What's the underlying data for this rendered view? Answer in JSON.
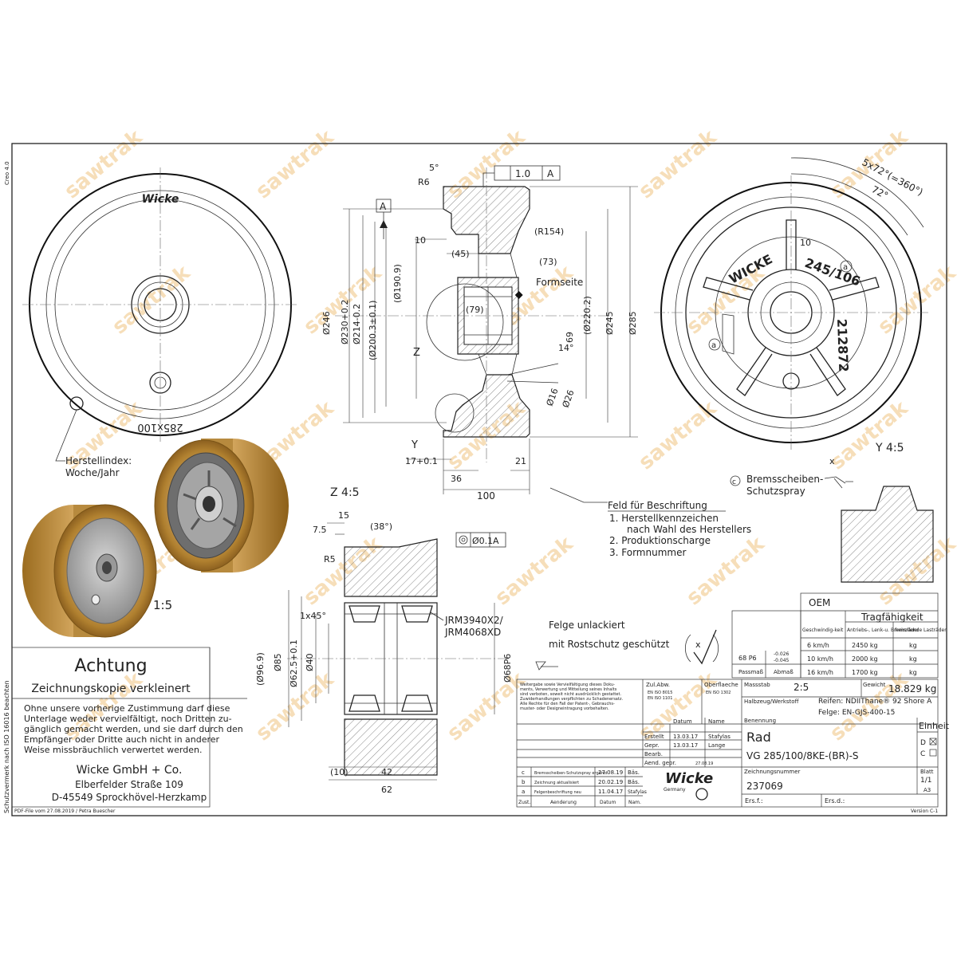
{
  "watermark": "sawtrak",
  "margins": {
    "left_top": "Creo 4.0",
    "left_bottom": "Schutzvermerk nach ISO 16016 beachten",
    "bottom_left": "PDF-File vom 27.08.2019 / Petra Buescher",
    "bottom_right": "Version C-1"
  },
  "front_view": {
    "brand": "Wicke",
    "size_mark": "285x100",
    "callout": "Herstellindex:",
    "callout_2": "Woche/Jahr"
  },
  "section_view": {
    "dims": [
      "5°",
      "R6",
      "A",
      "1.0",
      "A",
      "10",
      "(45)",
      "(R154)",
      "(73)",
      "Formseite",
      "(79)",
      "(Ø190.9)",
      "Ø246",
      "Ø230+0.2",
      "Ø214-0.2",
      "(Ø200.3±0.1)",
      "(Ø220.2)",
      "Ø245",
      "Ø285",
      "Z",
      "Y",
      "69",
      "14°",
      "Ø26",
      "Ø16",
      "17+0.1",
      "36",
      "21",
      "100"
    ]
  },
  "rear_view": {
    "brand": "WICKE",
    "size_mark": "245/106",
    "number": "212872",
    "angle_text": "5x72°(=360°)",
    "angle_2": "72°",
    "dim_10": "10",
    "marks": [
      "a",
      "a"
    ]
  },
  "detail_y": {
    "title": "Y 4:5",
    "x_mark": "x",
    "c_mark": "c",
    "label": "Bremsscheiben-",
    "label_2": "Schutzspray"
  },
  "detail_z": {
    "title": "Z 4:5",
    "dims": [
      "15",
      "7.5",
      "(38°)",
      "R5",
      "1x45°",
      "Ø0.1",
      "A",
      "(Ø96.9)",
      "Ø85",
      "Ø62.5+0.1",
      "Ø40",
      "Ø68P6",
      "(10)",
      "42",
      "62"
    ],
    "bearings": [
      "JRM3940X2/",
      "JRM4068XD"
    ]
  },
  "field_note": {
    "title": "Feld für Beschriftung",
    "items": [
      "1. Herstellkennzeichen",
      "nach Wahl des Herstellers",
      "2. Produktionscharge",
      "3. Formnummer"
    ]
  },
  "finish_note": {
    "line1": "Felge unlackiert",
    "line2": "mit Rostschutz geschützt",
    "mark": "x"
  },
  "scale_label": "1:5",
  "achtung": {
    "title": "Achtung",
    "subtitle": "Zeichnungskopie verkleinert",
    "text": [
      "Ohne unsere vorherige Zustimmung darf diese",
      "Unterlage weder vervielfältigt, noch Dritten zu-",
      "gänglich gemacht werden, und sie darf durch den",
      "Empfänger oder Dritte auch nicht in anderer",
      "Weise missbräuchlich verwertet werden."
    ],
    "company": "Wicke GmbH + Co.",
    "street": "Elberfelder Straße 109",
    "city": "D-45549 Sprockhövel-Herzkamp"
  },
  "oem_table": {
    "oem": "OEM",
    "capacity_header": "Tragfähigkeit",
    "col1": "Geschwindig-keit",
    "col2": "Antriebs-, Lenk-u. Bremsräder",
    "col3": "freirollende Lasträder",
    "rows": [
      [
        "6 km/h",
        "2450 kg",
        "kg"
      ],
      [
        "10 km/h",
        "2000 kg",
        "kg"
      ],
      [
        "16 km/h",
        "1700 kg",
        "kg"
      ]
    ],
    "fit": "68 P6",
    "fit_tol1": "-0.026",
    "fit_tol2": "-0.045",
    "passmass": "Passmaß",
    "abmass": "Abmaß"
  },
  "title_block": {
    "notice": [
      "Weitergabe sowie Vervielfältigung dieses Doku-",
      "ments, Verwertung und Mitteilung seines Inhalts",
      "sind verboten, soweit nicht ausdrücklich gestattet.",
      "Zuwiderhandlungen verpflichten zu Schadenersatz.",
      "Alle Rechte für den Fall der Patent-, Gebrauchs-",
      "muster- oder Designeintragung vorbehalten."
    ],
    "zul_abw": "Zul.Abw.",
    "iso1": "EN ISO 8015",
    "iso2": "EN ISO 1101",
    "oberflaeche": "Oberflaeche",
    "iso3": "EN ISO 1302",
    "massstab": "Massstab",
    "scale": "2:5",
    "gewicht": "Gewicht",
    "weight": "18.829 kg",
    "halbzeug": "Halbzeug/Werkstoff",
    "material1": "Reifen: NDIIThane® 92 Shore A",
    "material2": "Felge: EN-GJS-400-15",
    "datum": "Datum",
    "name": "Name",
    "erstellt": "Erstellt",
    "erstellt_date": "13.03.17",
    "erstellt_name": "Stafylas",
    "gepr": "Gepr.",
    "gepr_date": "13.03.17",
    "gepr_name": "Lange",
    "bearb": "Bearb.",
    "aend": "Aend. gepr.",
    "aend_date": "27.08.19",
    "benennung": "Benennung",
    "part_name": "Rad",
    "part_code": "VG 285/100/8KE-(BR)-S",
    "einheit": "Einheit",
    "unit_d": "D",
    "unit_c": "C",
    "zeichnungsnummer": "Zeichnungsnummer",
    "drawing_number": "237069",
    "blatt": "Blatt",
    "sheet": "1/1",
    "format": "A3",
    "ers_f": "Ers.f.:",
    "ers_d": "Ers.d.:",
    "logo": "Wicke",
    "logo_sub": "Germany",
    "revisions": [
      [
        "c",
        "Bremsscheiben-Schutzspray ergänzt",
        "27.08.19",
        "Bäs."
      ],
      [
        "b",
        "Zeichnung aktualisiert",
        "20.02.19",
        "Bäs."
      ],
      [
        "a",
        "Felgenbeschriftung neu",
        "11.04.17",
        "Stafylas"
      ]
    ],
    "rev_headers": [
      "Zust.",
      "Aenderung",
      "Datum",
      "Nam."
    ]
  }
}
